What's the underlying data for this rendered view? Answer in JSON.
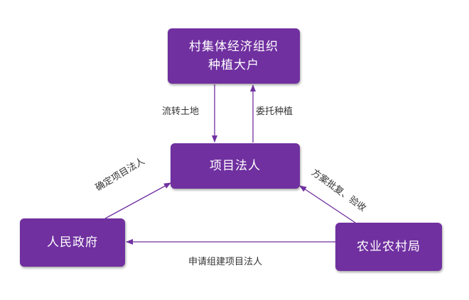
{
  "nodes": {
    "cooperative": {
      "line1": "村集体经济组织",
      "line2": "种植大户"
    },
    "project": {
      "label": "项目法人"
    },
    "government": {
      "label": "人民政府"
    },
    "agriculture": {
      "label": "农业农村局"
    }
  },
  "edges": {
    "transfer_land": "流转土地",
    "entrust_plant": "委托种植",
    "determine": "确定项目法人",
    "approve": "方案批复、验收",
    "apply": "申请组建项目法人"
  },
  "colors": {
    "node_fill": "#7030a0",
    "edge": "#7030a0"
  }
}
